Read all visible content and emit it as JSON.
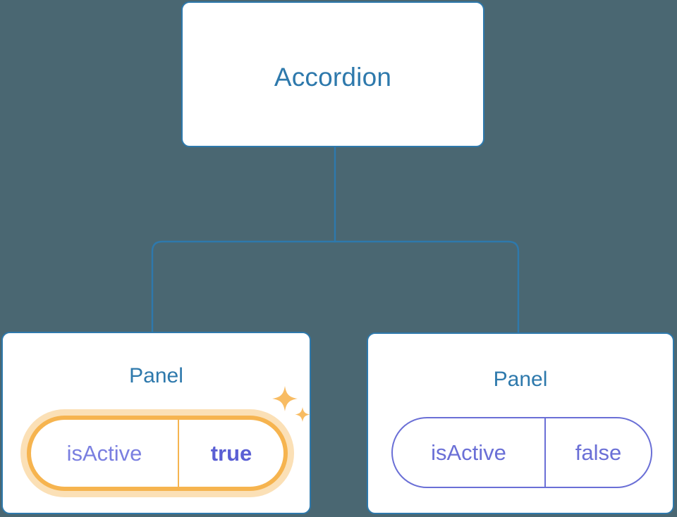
{
  "diagram": {
    "type": "component-tree",
    "background_color": "#4a6772",
    "root": {
      "label": "Accordion",
      "title_color": "#2e79ac",
      "border_color": "#2e79ac",
      "fill_color": "#ffffff"
    },
    "children": [
      {
        "label": "Panel",
        "highlighted": true,
        "prop": {
          "name": "isActive",
          "value": "true",
          "value_bold": true,
          "border_color": "#f6b44f",
          "glow_color": "#fbe0b6",
          "name_color": "#7a7fe0",
          "value_color": "#5a5fd4"
        },
        "decorations": [
          "sparkle-large-icon",
          "sparkle-small-icon"
        ]
      },
      {
        "label": "Panel",
        "highlighted": false,
        "prop": {
          "name": "isActive",
          "value": "false",
          "value_bold": false,
          "border_color": "#6a6fd6",
          "name_color": "#6a6fd6",
          "value_color": "#6a6fd6"
        },
        "decorations": []
      }
    ],
    "connector": {
      "color": "#2e79ac",
      "style": "orthogonal-rounded",
      "stroke_width": 2
    }
  }
}
